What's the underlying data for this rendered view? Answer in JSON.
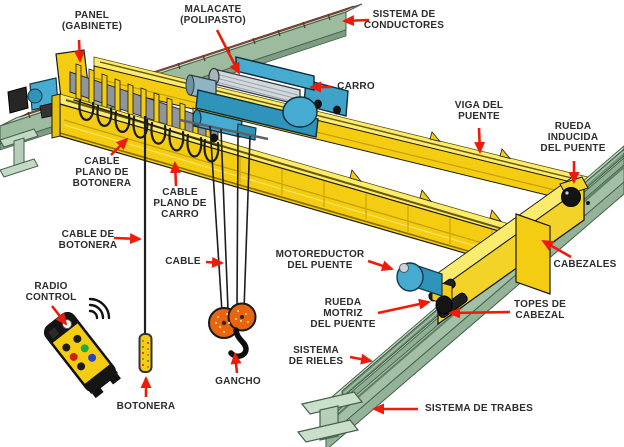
{
  "diagram": {
    "subject": "puente-grua-overhead-crane",
    "background": "#ffffff"
  },
  "colors": {
    "arrow": "#ee1b0b",
    "label_text": "#2d2d2d",
    "girder_yellow": "#f4cd12",
    "girder_yellow_light": "#fcec6e",
    "beam_green": "#a3bfa5",
    "beam_green_light": "#cadfca",
    "rail_green_dark": "#74957a",
    "conductor_brown": "#9c5a45",
    "machine_blue": "#46abd0",
    "machine_blue_dark": "#2f93ba",
    "hook_orange": "#e8650f",
    "cable_black": "#1d1d1d"
  },
  "labels": [
    {
      "id": "panel",
      "text": "PANEL\n(GABINETE)"
    },
    {
      "id": "malacate",
      "text": "MALACATE\n(POLIPASTO)"
    },
    {
      "id": "sistema-conductores",
      "text": "SISTEMA DE\nCONDUCTORES"
    },
    {
      "id": "carro",
      "text": "CARRO"
    },
    {
      "id": "viga-del-puente",
      "text": "VIGA DEL\nPUENTE"
    },
    {
      "id": "rueda-inducida",
      "text": "RUEDA\nINDUCIDA\nDEL PUENTE"
    },
    {
      "id": "cabezales",
      "text": "CABEZALES"
    },
    {
      "id": "topes-de-cabezal",
      "text": "TOPES DE\nCABEZAL"
    },
    {
      "id": "sistema-de-rieles",
      "text": "SISTEMA\nDE RIELES"
    },
    {
      "id": "sistema-de-trabes",
      "text": "SISTEMA DE TRABES"
    },
    {
      "id": "rueda-motriz",
      "text": "RUEDA\nMOTRIZ\nDEL PUENTE"
    },
    {
      "id": "motoreductor",
      "text": "MOTOREDUCTOR\nDEL PUENTE"
    },
    {
      "id": "cable",
      "text": "CABLE"
    },
    {
      "id": "cable-plano-botonera",
      "text": "CABLE\nPLANO DE\nBOTONERA"
    },
    {
      "id": "cable-plano-carro",
      "text": "CABLE\nPLANO DE\nCARRO"
    },
    {
      "id": "cable-de-botonera",
      "text": "CABLE DE\nBOTONERA"
    },
    {
      "id": "radio-control",
      "text": "RADIO\nCONTROL"
    },
    {
      "id": "botonera",
      "text": "BOTONERA"
    },
    {
      "id": "gancho",
      "text": "GANCHO"
    }
  ]
}
